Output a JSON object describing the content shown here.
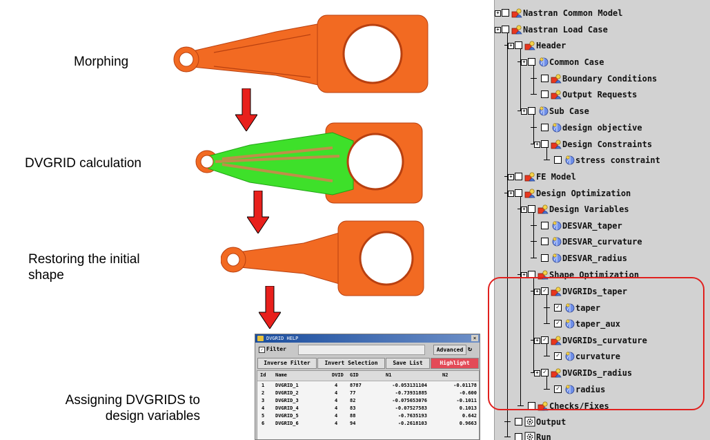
{
  "steps": [
    {
      "label_lines": [
        "Morphing"
      ]
    },
    {
      "label_lines": [
        "DVGRID calculation"
      ]
    },
    {
      "label_lines": [
        "Restoring the initial",
        "shape"
      ]
    },
    {
      "label_lines": [
        "Assigning DVGRIDS to",
        "design variables"
      ]
    }
  ],
  "colors": {
    "arrow": "#e8201c",
    "rod": "#f26a22",
    "mesh": "#3ee02a",
    "tree_bg": "#d2d2d2",
    "highlight": "#e0201e"
  },
  "dialog": {
    "title": "DVGRID HELP",
    "filter_label": "Filter",
    "filter_checked": true,
    "advanced_label": "Advanced",
    "buttons": [
      "Inverse Filter",
      "Invert Selection",
      "Save List",
      "Highlight"
    ],
    "columns": [
      "Id",
      "Name",
      "DVID",
      "GID",
      "N1",
      "N2"
    ],
    "rows": [
      [
        "1",
        "DVGRID_1",
        "4",
        "8787",
        "-0.053131104",
        "-0.01178"
      ],
      [
        "2",
        "DVGRID_2",
        "4",
        "77",
        "-0.73931885",
        "-0.600"
      ],
      [
        "3",
        "DVGRID_3",
        "4",
        "82",
        "-0.075653076",
        "-0.1011"
      ],
      [
        "4",
        "DVGRID_4",
        "4",
        "83",
        "-0.07527583",
        "0.1013"
      ],
      [
        "5",
        "DVGRID_5",
        "4",
        "88",
        "-0.7635193",
        "0.642"
      ],
      [
        "6",
        "DVGRID_6",
        "4",
        "94",
        "-0.2618103",
        "0.9663"
      ]
    ]
  },
  "tree": {
    "nodes": [
      {
        "label": "Nastran Common Model",
        "icon": "folder-person-icon",
        "checked": false
      },
      {
        "label": "Nastran Load Case",
        "icon": "folder-person-icon",
        "checked": false
      },
      {
        "label": "Header",
        "icon": "folder-person-icon",
        "checked": false
      },
      {
        "label": "Common Case",
        "icon": "globe-icon",
        "checked": false
      },
      {
        "label": "Boundary Conditions",
        "icon": "folder-person-icon",
        "checked": false
      },
      {
        "label": "Output Requests",
        "icon": "folder-person-icon",
        "checked": false
      },
      {
        "label": "Sub Case",
        "icon": "globe-icon",
        "checked": false
      },
      {
        "label": "design objective",
        "icon": "globe-icon",
        "checked": false
      },
      {
        "label": "Design Constraints",
        "icon": "folder-person-icon",
        "checked": false
      },
      {
        "label": "stress constraint",
        "icon": "globe-icon",
        "checked": false
      },
      {
        "label": "FE Model",
        "icon": "folder-person-icon",
        "checked": false
      },
      {
        "label": "Design Optimization",
        "icon": "folder-person-icon",
        "checked": false
      },
      {
        "label": "Design Variables",
        "icon": "folder-person-icon",
        "checked": false
      },
      {
        "label": "DESVAR_taper",
        "icon": "globe-icon",
        "checked": false
      },
      {
        "label": "DESVAR_curvature",
        "icon": "globe-icon",
        "checked": false
      },
      {
        "label": "DESVAR_radius",
        "icon": "globe-icon",
        "checked": false
      },
      {
        "label": "Shape Optimization",
        "icon": "folder-person-icon",
        "checked": false
      },
      {
        "label": "DVGRIDs_taper",
        "icon": "folder-person-icon",
        "checked": true
      },
      {
        "label": "taper",
        "icon": "globe-icon",
        "checked": true
      },
      {
        "label": "taper_aux",
        "icon": "globe-icon",
        "checked": true
      },
      {
        "label": "DVGRIDs_curvature",
        "icon": "folder-person-icon",
        "checked": true
      },
      {
        "label": "curvature",
        "icon": "globe-icon",
        "checked": true
      },
      {
        "label": "DVGRIDs_radius",
        "icon": "folder-person-icon",
        "checked": true
      },
      {
        "label": "radius",
        "icon": "globe-icon",
        "checked": true
      },
      {
        "label": "Checks/Fixes",
        "icon": "folder-person-icon",
        "checked": false
      },
      {
        "label": "Output",
        "icon": "gear-icon",
        "checked": false
      },
      {
        "label": "Run",
        "icon": "gear-icon",
        "checked": false
      }
    ]
  }
}
